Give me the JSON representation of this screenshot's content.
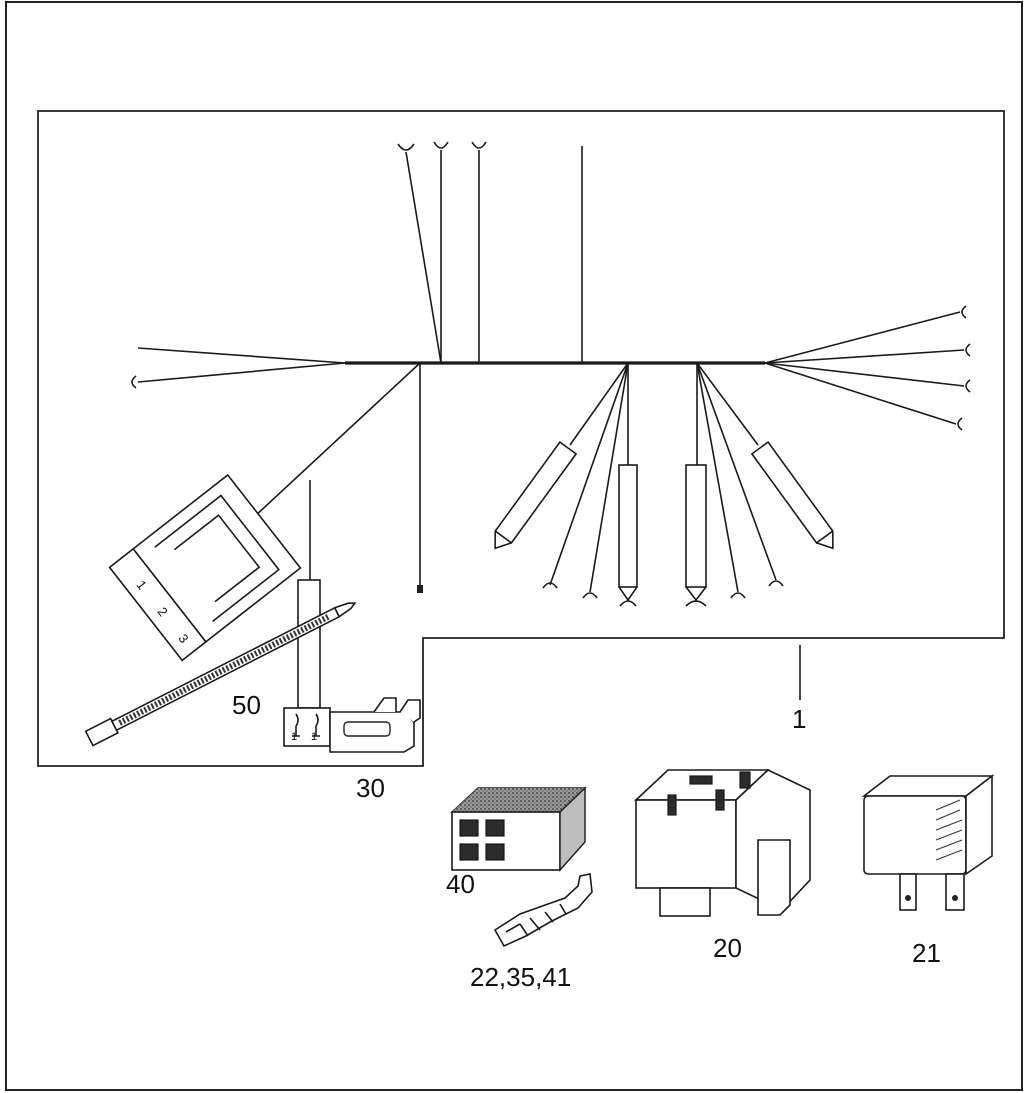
{
  "callouts": {
    "harness": "1",
    "relay_socket": "20",
    "relay": "21",
    "terminals": "22,35,41",
    "fuse": "30",
    "connector_housing": "40",
    "cable_tie": "50"
  },
  "connector_pins": {
    "pin1": "1",
    "pin2": "2",
    "pin3": "3"
  },
  "socket_pins": {
    "left": "1",
    "right": "1"
  }
}
